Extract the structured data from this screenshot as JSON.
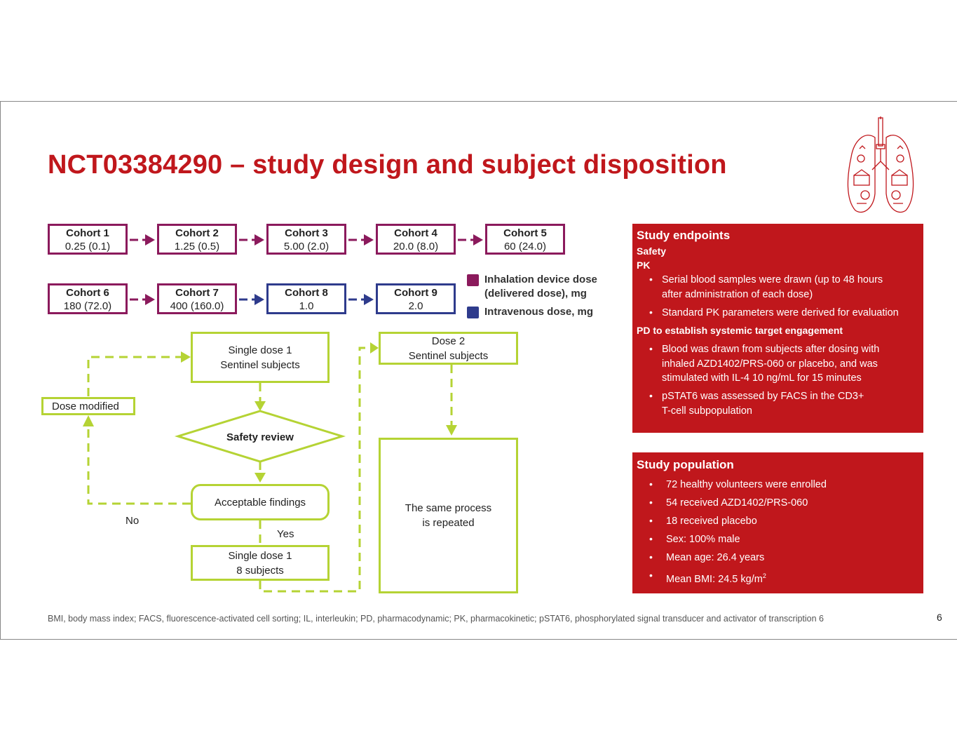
{
  "title": "NCT03384290 – study design and subject disposition",
  "colors": {
    "brand_red": "#c0171c",
    "inhalation": "#8b1a5c",
    "intravenous": "#2e3b8c",
    "flow_green": "#b5d334"
  },
  "cohorts": [
    {
      "name": "Cohort 1",
      "dose": "0.25 (0.1)",
      "route": "inhalation"
    },
    {
      "name": "Cohort 2",
      "dose": "1.25 (0.5)",
      "route": "inhalation"
    },
    {
      "name": "Cohort 3",
      "dose": "5.00 (2.0)",
      "route": "inhalation"
    },
    {
      "name": "Cohort 4",
      "dose": "20.0 (8.0)",
      "route": "inhalation"
    },
    {
      "name": "Cohort 5",
      "dose": "60 (24.0)",
      "route": "inhalation"
    },
    {
      "name": "Cohort 6",
      "dose": "180 (72.0)",
      "route": "inhalation"
    },
    {
      "name": "Cohort 7",
      "dose": "400 (160.0)",
      "route": "inhalation"
    },
    {
      "name": "Cohort 8",
      "dose": "1.0",
      "route": "intravenous"
    },
    {
      "name": "Cohort 9",
      "dose": "2.0",
      "route": "intravenous"
    }
  ],
  "legend": {
    "inhalation_line1": "Inhalation device dose",
    "inhalation_line2": "(delivered dose), mg",
    "intravenous": "Intravenous dose, mg"
  },
  "flow": {
    "single_dose_1_line1": "Single dose 1",
    "single_dose_1_line2": "Sentinel subjects",
    "dose_2_line1": "Dose 2",
    "dose_2_line2": "Sentinel subjects",
    "dose_modified": "Dose modified",
    "safety_review": "Safety review",
    "acceptable_findings": "Acceptable findings",
    "no": "No",
    "yes": "Yes",
    "single_dose_8_line1": "Single dose 1",
    "single_dose_8_line2": "8 subjects",
    "repeat_line1": "The same process",
    "repeat_line2": "is repeated"
  },
  "endpoints": {
    "title": "Study endpoints",
    "safety": "Safety",
    "pk": "PK",
    "pk_items": [
      [
        "Serial blood samples were drawn (up to 48 hours",
        "after administration of each dose)"
      ],
      [
        "Standard PK parameters were derived for evaluation"
      ]
    ],
    "pd": "PD to establish systemic target engagement",
    "pd_items": [
      [
        "Blood was drawn from subjects after dosing with",
        "inhaled AZD1402/PRS-060 or placebo, and was",
        "stimulated with IL-4 10 ng/mL for 15 minutes"
      ],
      [
        "pSTAT6 was assessed by FACS in the CD3+",
        "T-cell subpopulation"
      ]
    ]
  },
  "population": {
    "title": "Study population",
    "items": [
      "72 healthy volunteers were enrolled",
      "54 received AZD1402/PRS-060",
      "18 received placebo",
      "Sex: 100% male",
      "Mean age: 26.4 years"
    ],
    "bmi_text": "Mean BMI: 24.5 kg/m",
    "bmi_sup": "2"
  },
  "footnote": "BMI, body mass index; FACS, fluorescence-activated cell sorting; IL, interleukin; PD, pharmacodynamic; PK, pharmacokinetic; pSTAT6, phosphorylated signal transducer and activator of transcription 6",
  "page_number": "6",
  "logo_icon": "lungs-illustration-icon"
}
